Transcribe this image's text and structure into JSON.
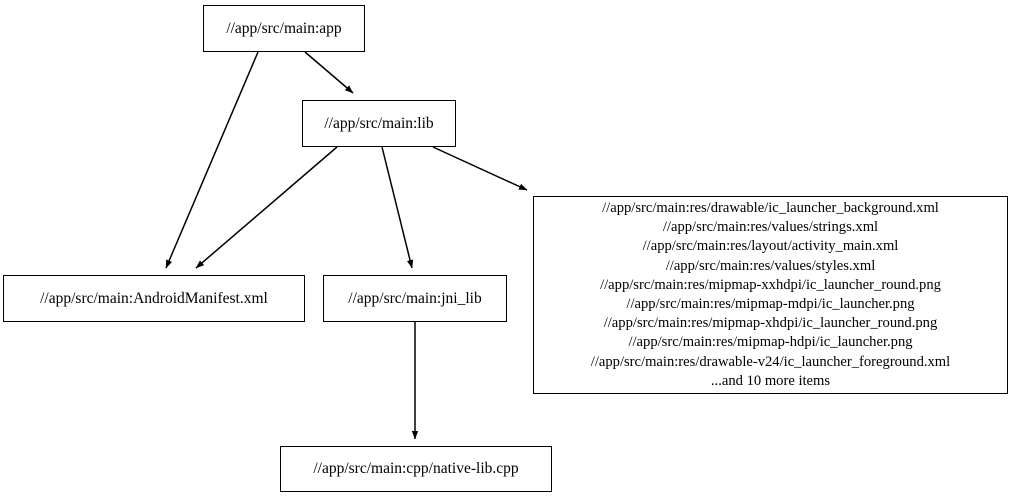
{
  "graph": {
    "type": "dependency-graph",
    "orientation": "top-down",
    "background_color": "#ffffff",
    "node_border_color": "#000000",
    "edge_color": "#000000",
    "nodes": [
      {
        "id": "app",
        "label": "//app/src/main:app"
      },
      {
        "id": "lib",
        "label": "//app/src/main:lib"
      },
      {
        "id": "manifest",
        "label": "//app/src/main:AndroidManifest.xml"
      },
      {
        "id": "jni_lib",
        "label": "//app/src/main:jni_lib"
      },
      {
        "id": "native_lib",
        "label": "//app/src/main:cpp/native-lib.cpp"
      },
      {
        "id": "resources",
        "lines": [
          "//app/src/main:res/drawable/ic_launcher_background.xml",
          "//app/src/main:res/values/strings.xml",
          "//app/src/main:res/layout/activity_main.xml",
          "//app/src/main:res/values/styles.xml",
          "//app/src/main:res/mipmap-xxhdpi/ic_launcher_round.png",
          "//app/src/main:res/mipmap-mdpi/ic_launcher.png",
          "//app/src/main:res/mipmap-xhdpi/ic_launcher_round.png",
          "//app/src/main:res/mipmap-hdpi/ic_launcher.png",
          "//app/src/main:res/drawable-v24/ic_launcher_foreground.xml",
          "...and 10 more items"
        ]
      }
    ],
    "edges": [
      {
        "from": "app",
        "to": "manifest"
      },
      {
        "from": "app",
        "to": "lib"
      },
      {
        "from": "lib",
        "to": "manifest"
      },
      {
        "from": "lib",
        "to": "jni_lib"
      },
      {
        "from": "lib",
        "to": "resources"
      },
      {
        "from": "jni_lib",
        "to": "native_lib"
      }
    ]
  }
}
